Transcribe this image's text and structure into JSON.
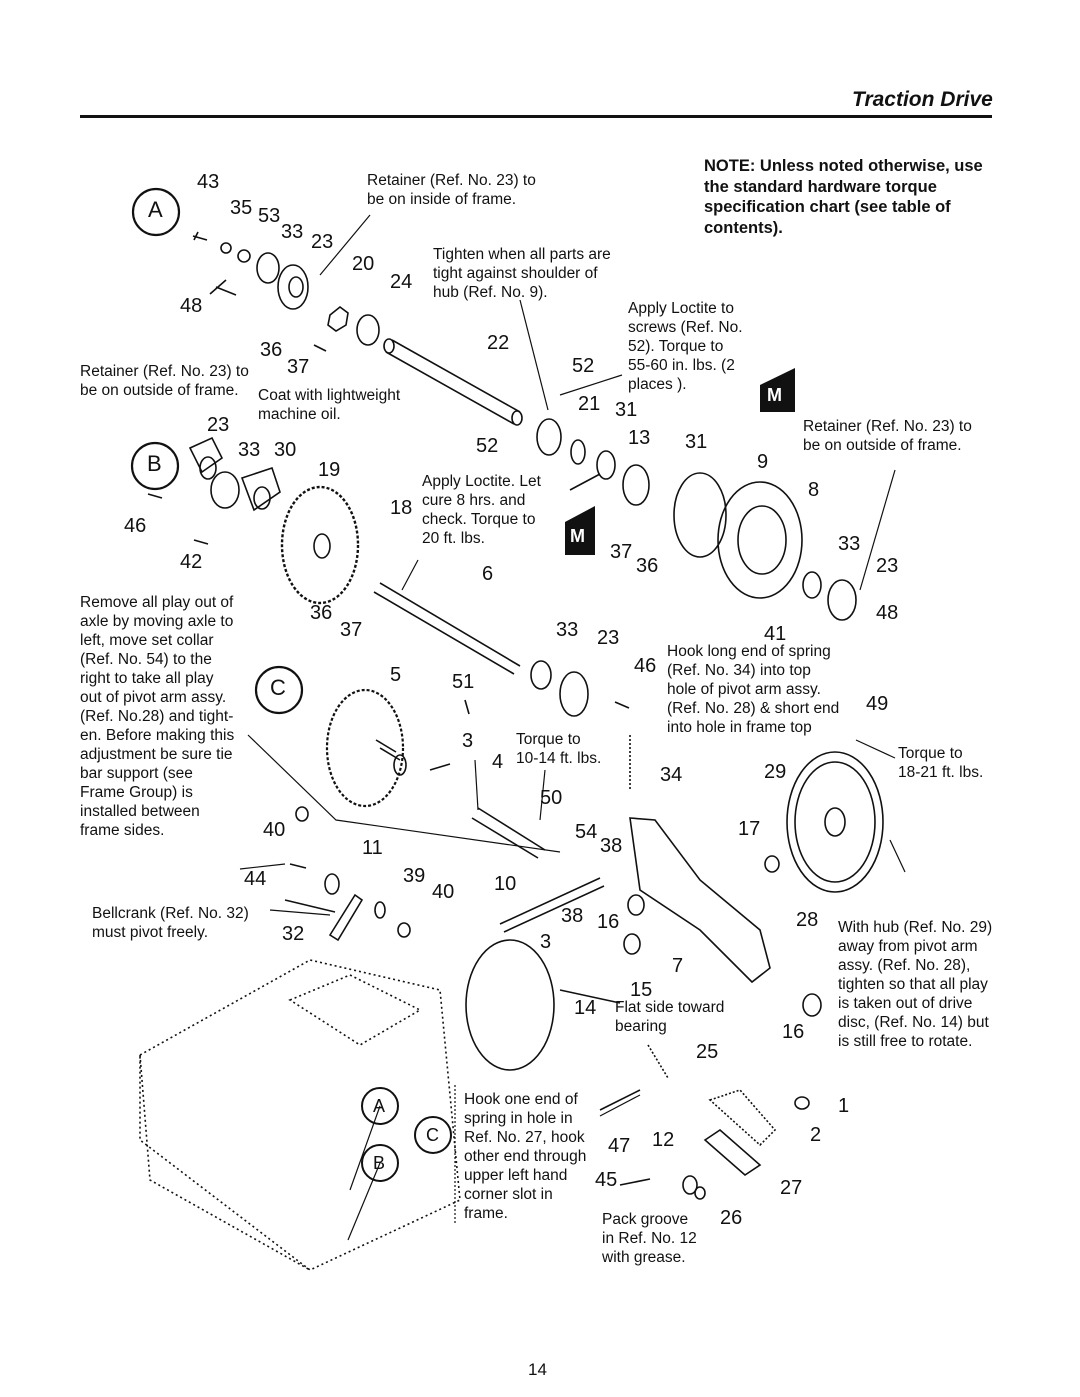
{
  "header": {
    "title": "Traction Drive"
  },
  "note": "NOTE: Unless noted otherwise, use the standard hardware torque specification chart (see table of contents).",
  "callout_letters": {
    "a": "A",
    "b": "B",
    "c": "C",
    "m": "M"
  },
  "annotations": {
    "retainer_inside": "Retainer (Ref. No. 23) to\nbe on inside of frame.",
    "tighten_hub": "Tighten when all parts are\ntight against shoulder of\nhub (Ref. No. 9).",
    "retainer_outside_left": "Retainer (Ref. No. 23) to\nbe on outside of frame.",
    "coat_oil": "Coat with lightweight\nmachine oil.",
    "loctite_52": "Apply Loctite to\nscrews (Ref. No.\n52). Torque to\n55-60 in. lbs. (2\nplaces ).",
    "retainer_outside_right": "Retainer (Ref. No. 23) to\nbe on outside of frame.",
    "loctite_cure": "Apply Loctite. Let\ncure 8 hrs. and\ncheck. Torque to\n20 ft. lbs.",
    "remove_play": "Remove all play out of\naxle by moving axle to\nleft, move set collar\n(Ref. No. 54) to the\nright to take all play\nout of pivot arm assy.\n(Ref. No.28) and tight-\nen. Before making this\nadjustment be sure tie\nbar support (see\nFrame Group) is\ninstalled between\nframe sides.",
    "hook_spring": "Hook long end of spring\n(Ref. No. 34) into top\nhole of pivot arm assy.\n(Ref. No. 28) & short end\ninto hole in frame top",
    "torque_10_14": "Torque to\n10-14 ft. lbs.",
    "torque_18_21": "Torque to\n18-21 ft. lbs.",
    "bellcrank": "Bellcrank (Ref. No. 32)\nmust pivot freely.",
    "with_hub": "With hub (Ref. No. 29)\naway from pivot arm\nassy. (Ref. No. 28),\ntighten so that all play\nis taken out of drive\ndisc, (Ref. No. 14) but\nis still free to rotate.",
    "flat_side": "Flat side toward\nbearing",
    "hook_one_end": "Hook one end of\nspring in hole in\nRef. No. 27, hook\nother end through\nupper left hand\ncorner slot in\nframe.",
    "pack_groove": "Pack groove\nin Ref. No. 12\nwith grease."
  },
  "part_numbers": {
    "n43": "43",
    "n35": "35",
    "n53": "53",
    "n33a": "33",
    "n23a": "23",
    "n20": "20",
    "n24": "24",
    "n48a": "48",
    "n36a": "36",
    "n37a": "37",
    "n22": "22",
    "n52a": "52",
    "n21": "21",
    "n31a": "31",
    "n13": "13",
    "n31b": "31",
    "n52b": "52",
    "n9": "9",
    "n23b": "23",
    "n33b": "33",
    "n30": "30",
    "n19": "19",
    "n18": "18",
    "n46a": "46",
    "n42": "42",
    "n8": "8",
    "n37b": "37",
    "n36b": "36",
    "n33c": "33",
    "n23c": "23",
    "n6": "6",
    "n48b": "48",
    "n36c": "36",
    "n37c": "37",
    "n41": "41",
    "n33d": "33",
    "n23d": "23",
    "n46b": "46",
    "n5": "5",
    "n51": "51",
    "n49": "49",
    "n3a": "3",
    "n4": "4",
    "n34": "34",
    "n29": "29",
    "n50": "50",
    "n40a": "40",
    "n54": "54",
    "n38a": "38",
    "n17": "17",
    "n11": "11",
    "n44": "44",
    "n39": "39",
    "n40b": "40",
    "n10": "10",
    "n38b": "38",
    "n16a": "16",
    "n28": "28",
    "n32": "32",
    "n3b": "3",
    "n7": "7",
    "n15": "15",
    "n14": "14",
    "n16b": "16",
    "n25": "25",
    "n1": "1",
    "n2": "2",
    "n47": "47",
    "n12": "12",
    "n45": "45",
    "n27": "27",
    "n26": "26"
  },
  "page_number": "14"
}
